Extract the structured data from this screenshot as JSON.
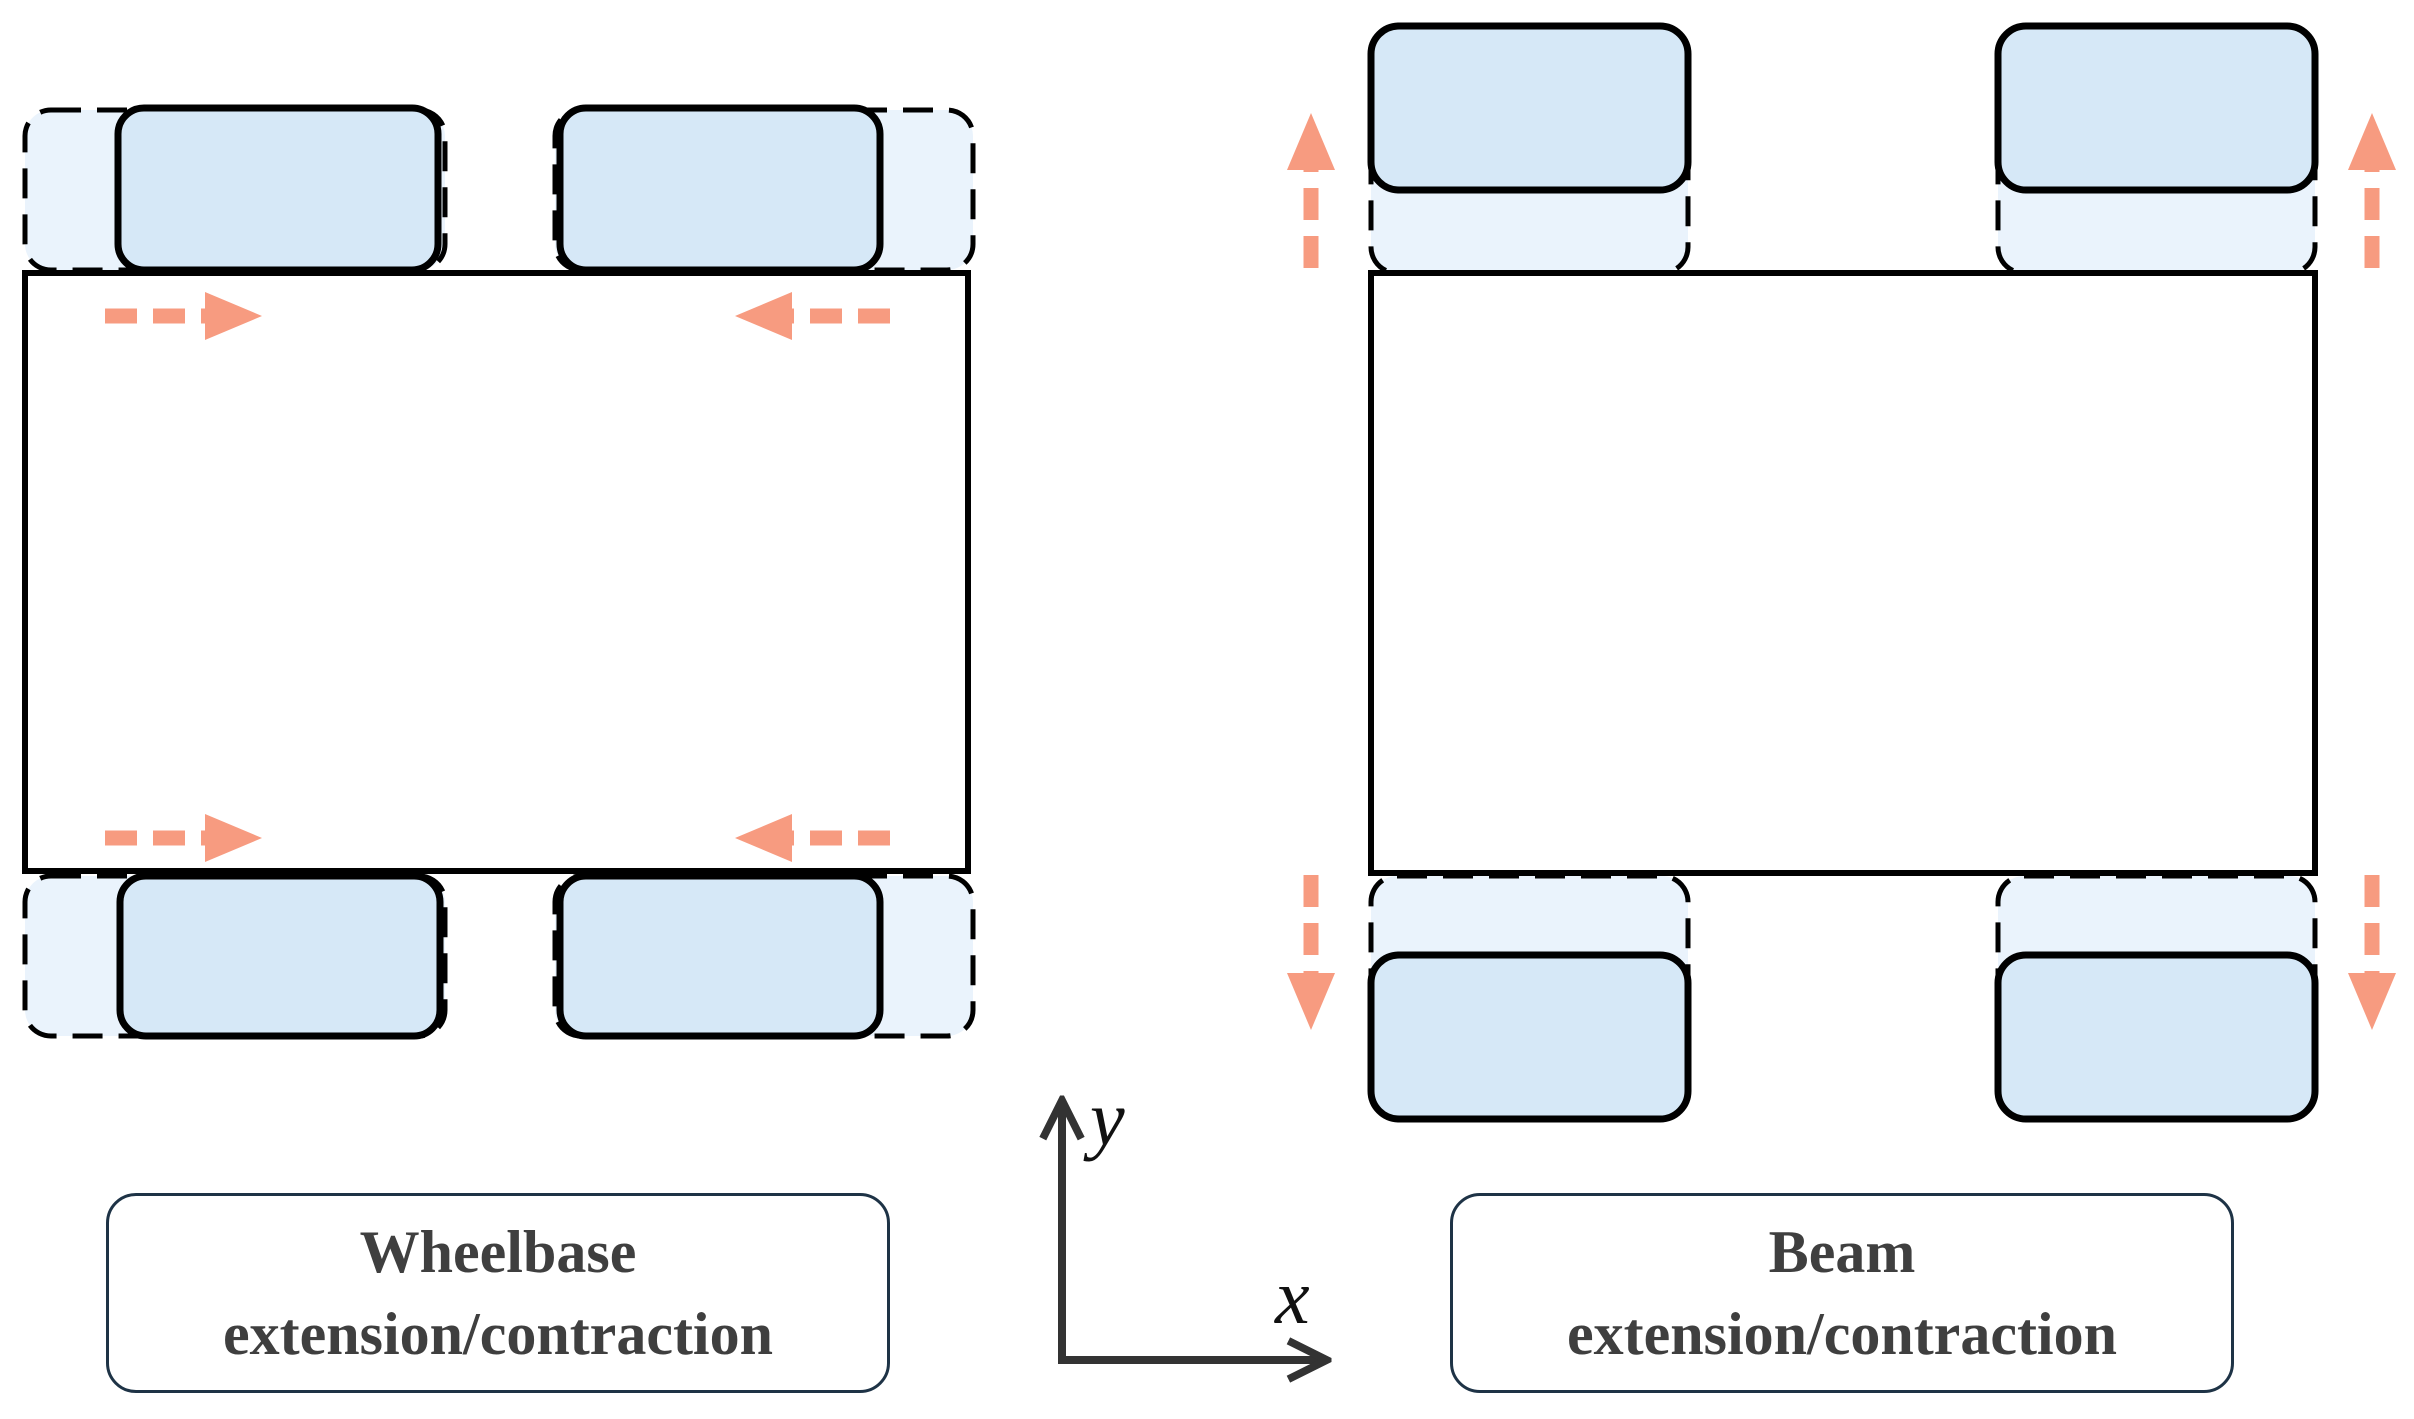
{
  "labels": {
    "left_line1": "Wheelbase",
    "left_line2": "extension/contraction",
    "right_line1": "Beam",
    "right_line2": "extension/contraction"
  },
  "axes": {
    "x": "x",
    "y": "y"
  },
  "colors": {
    "wheel_fill": "#d6e8f7",
    "ghost_fill": "#eaf3fc",
    "arrow": "#f79b80",
    "outline": "#000000",
    "label_border": "#1e3346",
    "label_text": "#3f3f3f",
    "axis": "#333333"
  }
}
